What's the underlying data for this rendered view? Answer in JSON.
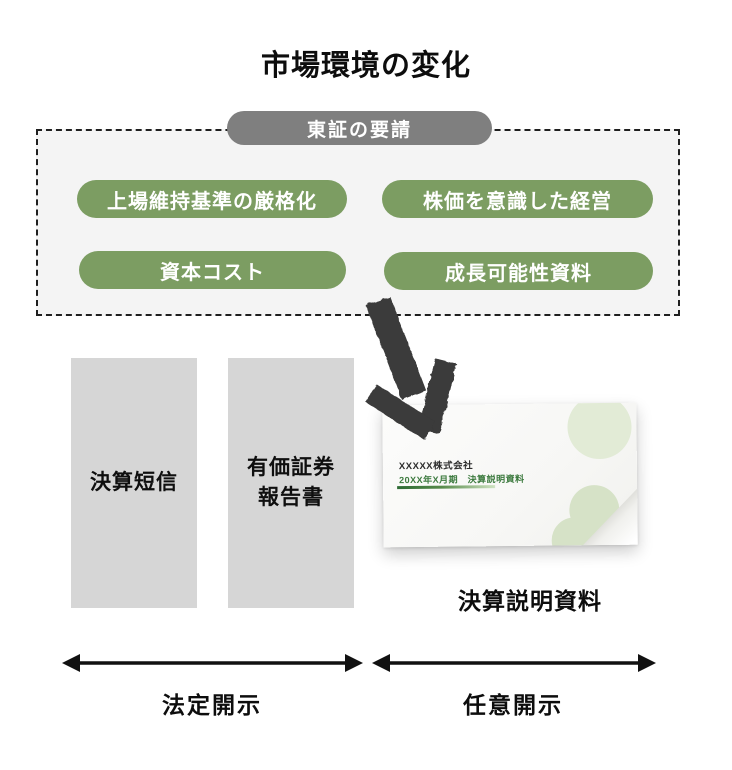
{
  "page": {
    "title": "市場環境の変化"
  },
  "tse_panel": {
    "header_label": "東証の要請",
    "pills": [
      {
        "label": "上場維持基準の厳格化"
      },
      {
        "label": "株価を意識した経営"
      },
      {
        "label": "資本コスト"
      },
      {
        "label": "成長可能性資料"
      }
    ]
  },
  "documents": {
    "statutory": [
      {
        "lines": [
          "決算短信"
        ]
      },
      {
        "lines": [
          "有価証券",
          "報告書"
        ]
      }
    ],
    "voluntary_card": {
      "company": "XXXXX株式会社",
      "subtitle": "20XX年X月期　決算説明資料",
      "caption": "決算説明資料"
    }
  },
  "axes": {
    "left_label": "法定開示",
    "right_label": "任意開示"
  },
  "colors": {
    "pill_green": "#7c9d62",
    "header_gray": "#7f7f7f",
    "panel_bg": "#f4f4f4",
    "doc_rect_gray": "#d6d6d6",
    "arrow_dark": "#3a3a3a",
    "card_accent_green": "#3c7a3e",
    "card_circle_green": "#dce7cf"
  }
}
